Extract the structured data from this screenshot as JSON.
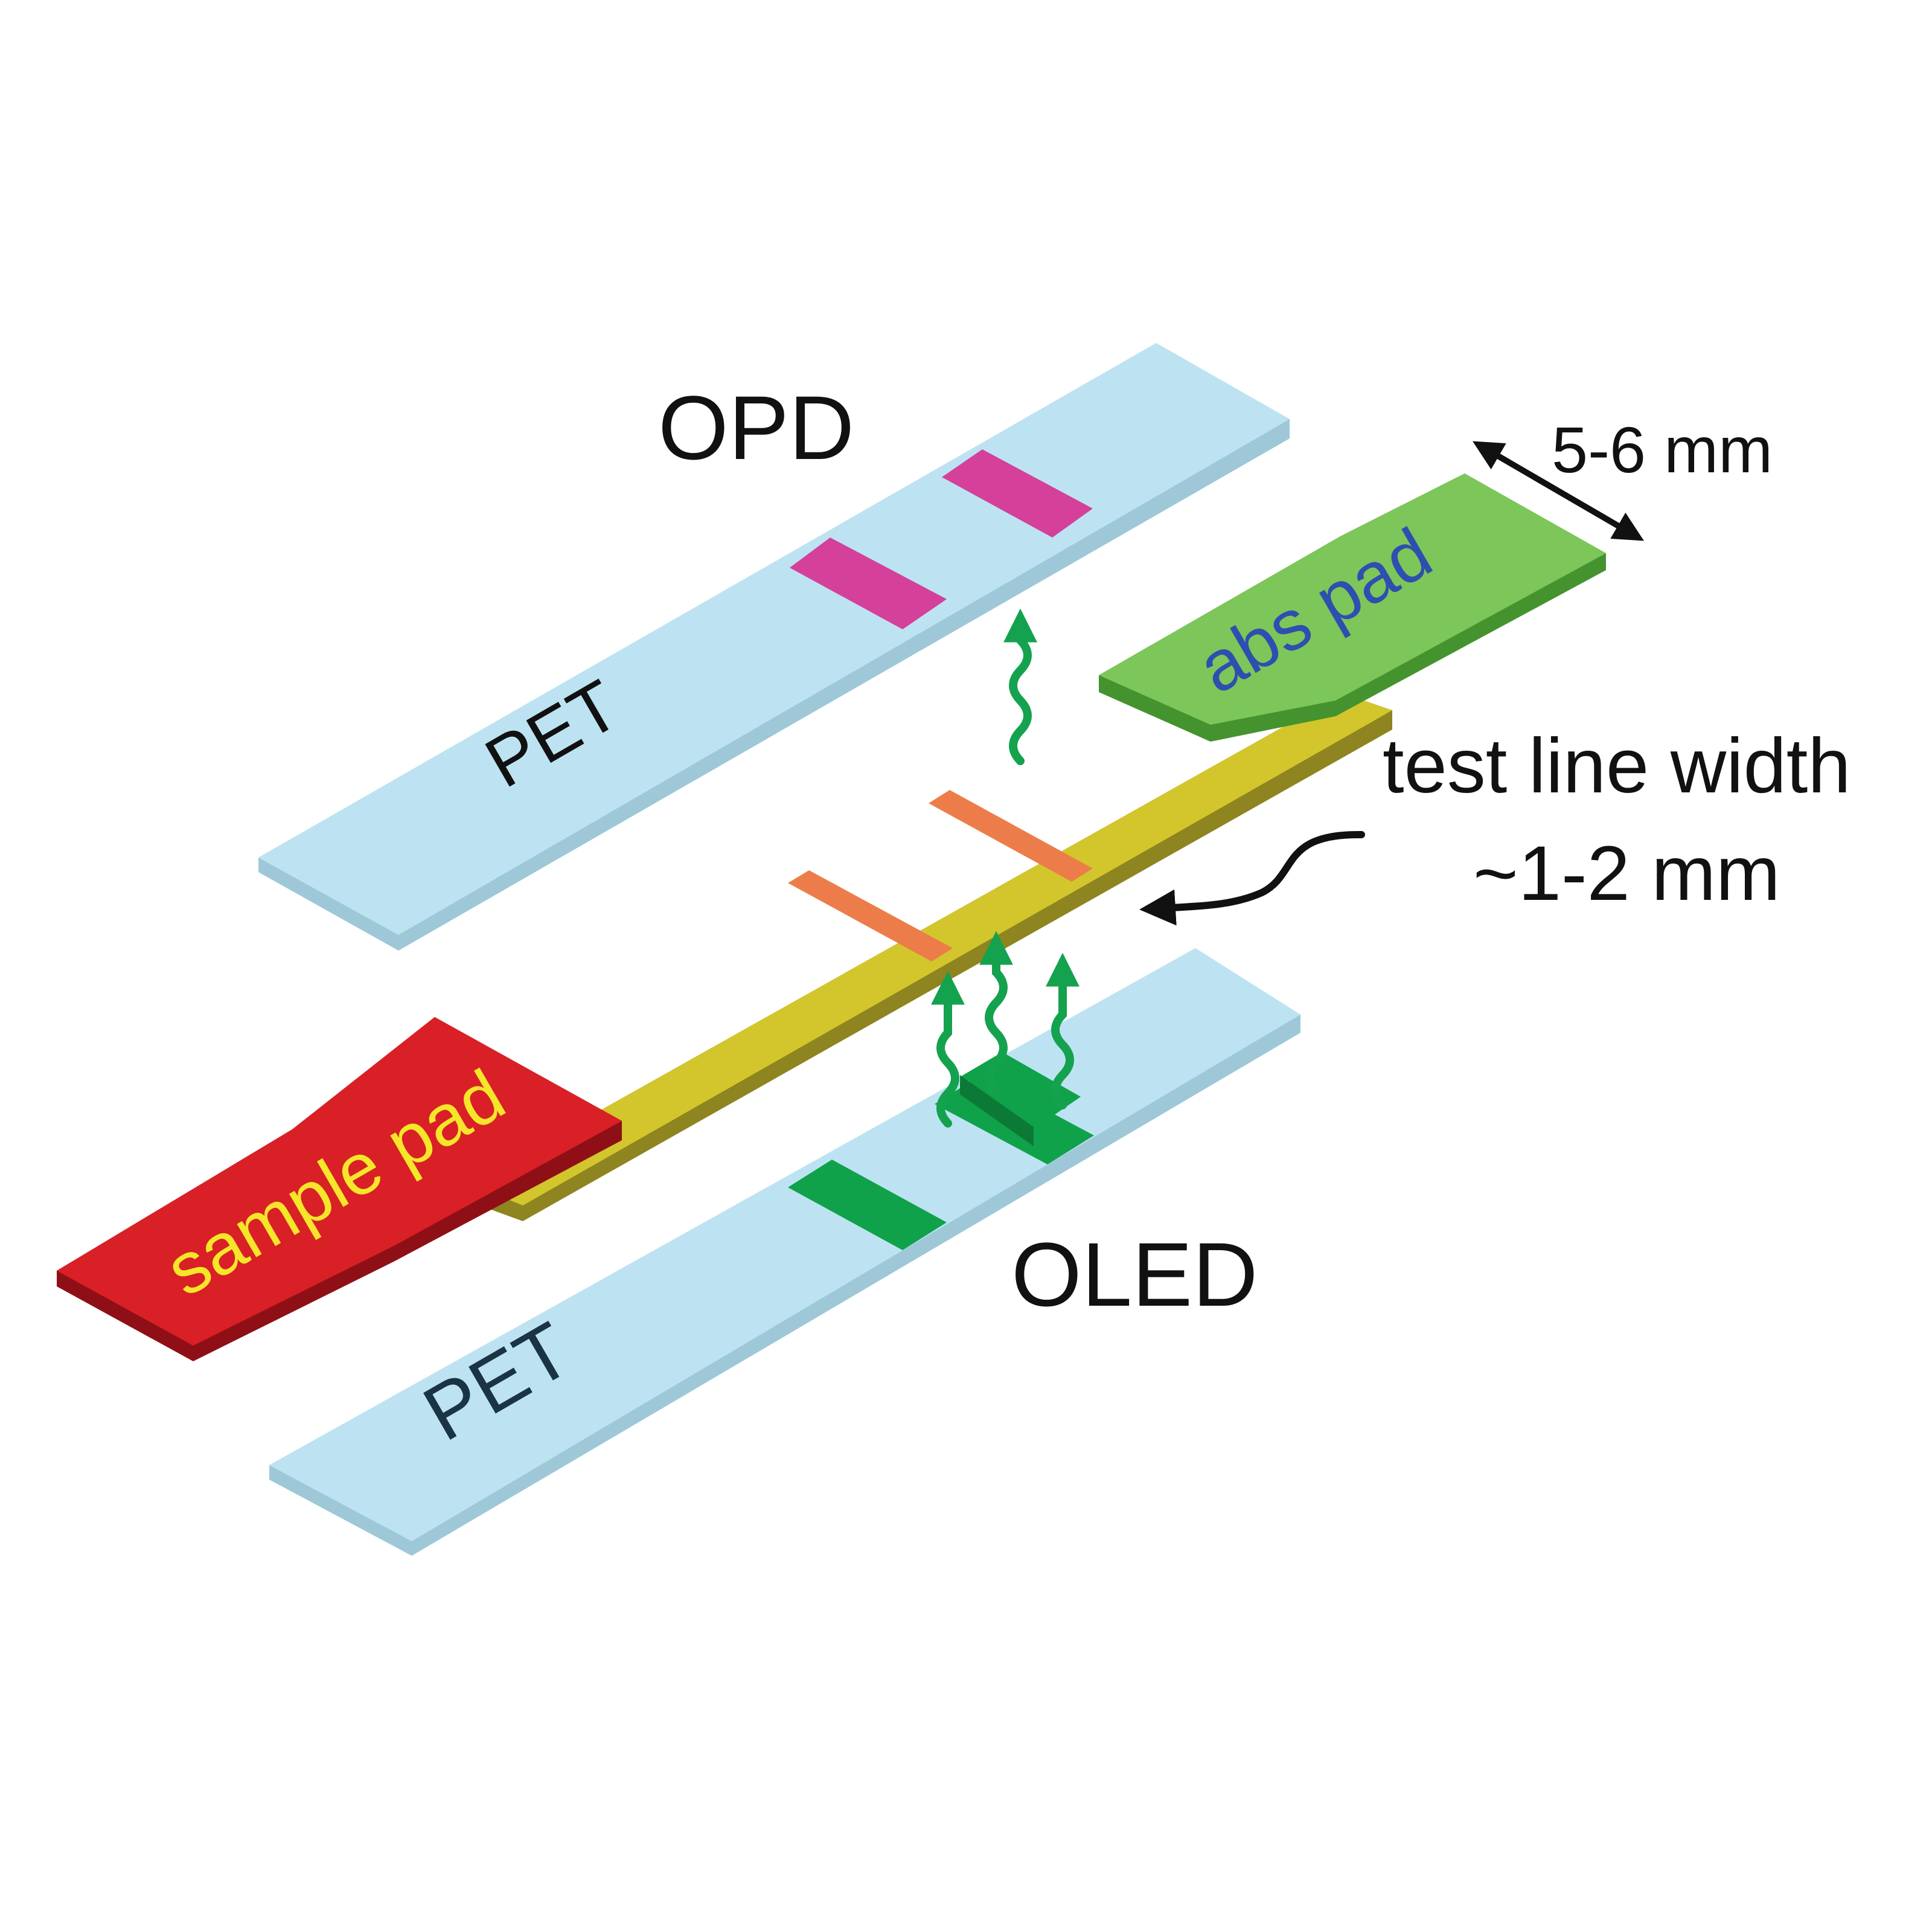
{
  "labels": {
    "opd": "OPD",
    "oled": "OLED",
    "pet_top": "PET",
    "pet_bottom": "PET",
    "abs_pad": "abs pad",
    "sample_pad": "sample pad",
    "width_dimension": "5-6 mm",
    "test_line_line1": "test line width",
    "test_line_line2": "~1-2 mm"
  },
  "colors": {
    "pet_face": "#bde3f2",
    "pet_edge": "#9ec8d8",
    "opd_pixel": "#d4409a",
    "oled_pixel": "#10a24a",
    "strip_face": "#d2c62c",
    "strip_edge": "#8e8420",
    "test_line": "#ec7d4a",
    "abs_pad_face": "#7cc65a",
    "abs_pad_edge": "#45932e",
    "abs_pad_text": "#2e4fb0",
    "sample_pad_face": "#d92026",
    "sample_pad_edge": "#8e1016",
    "sample_pad_text": "#f5e62a",
    "light_wave": "#14a24e",
    "arrow": "#111111"
  },
  "icons": {
    "emission_wave": "wavy-up-arrow",
    "dimension_arrow": "double-headed-arrow",
    "pointer_arrow": "curved-arrow"
  }
}
